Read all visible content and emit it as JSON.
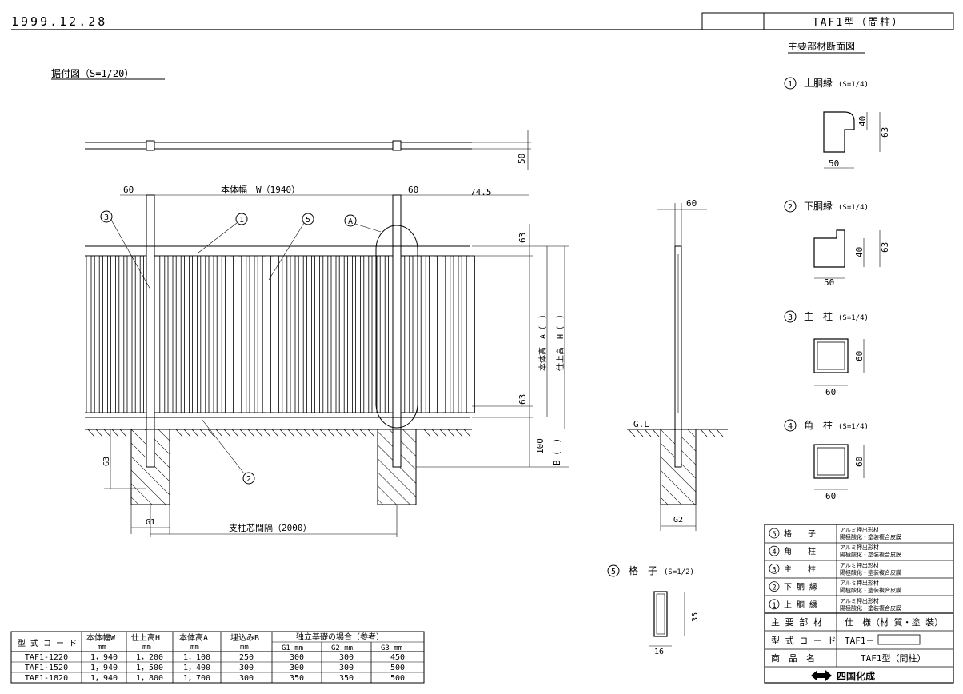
{
  "header": {
    "date": "1999.12.28",
    "title": "TAF1型（間柱）"
  },
  "section_title": "主要部材断面図",
  "install": {
    "title": "据付図（S=1/20）",
    "dim_60_left": "60",
    "dim_width": "本体幅　W（1940）",
    "dim_60_right": "60",
    "dim_745": "74.5",
    "dim_50": "50",
    "dim_63_top": "63",
    "dim_63_bottom": "63",
    "dim_100": "100",
    "dim_B": "B（　）",
    "dim_A": "本体高　A（　）",
    "dim_H": "仕上高　H（　）",
    "dim_G3": "G3",
    "dim_G1": "G1",
    "dim_span": "支柱芯間隔（2000）",
    "callout_1": "1",
    "callout_2": "2",
    "callout_3": "3",
    "callout_5": "5",
    "callout_A": "A"
  },
  "side": {
    "dim_60": "60",
    "gl": "G.L",
    "dim_G2": "G2"
  },
  "sections": [
    {
      "num": "1",
      "label": "上胴縁",
      "scale": "(S=1/4)",
      "w": "50",
      "h1": "40",
      "h2": "63"
    },
    {
      "num": "2",
      "label": "下胴縁",
      "scale": "(S=1/4)",
      "w": "50",
      "h1": "40",
      "h2": "63"
    },
    {
      "num": "3",
      "label": "主　柱",
      "scale": "(S=1/4)",
      "w": "60",
      "h": "60"
    },
    {
      "num": "4",
      "label": "角　柱",
      "scale": "(S=1/4)",
      "w": "60",
      "h": "60"
    },
    {
      "num": "5",
      "label": "格　子",
      "scale": "(S=1/2)",
      "w": "16",
      "h": "35"
    }
  ],
  "parts_table": {
    "rows": [
      {
        "num": "5",
        "name": "格　　子",
        "spec1": "アルミ押出形材",
        "spec2": "陽極酸化・塗装複合皮膜"
      },
      {
        "num": "4",
        "name": "角　　柱",
        "spec1": "アルミ押出形材",
        "spec2": "陽極酸化・塗装複合皮膜"
      },
      {
        "num": "3",
        "name": "主　　柱",
        "spec1": "アルミ押出形材",
        "spec2": "陽極酸化・塗装複合皮膜"
      },
      {
        "num": "2",
        "name": "下 胴 縁",
        "spec1": "アルミ押出形材",
        "spec2": "陽極酸化・塗装複合皮膜"
      },
      {
        "num": "1",
        "name": "上 胴 縁",
        "spec1": "アルミ押出形材",
        "spec2": "陽極酸化・塗装複合皮膜"
      }
    ],
    "header_left": "主 要 部 材",
    "header_right": "仕　様（材 質・塗 装）",
    "code_label": "型 式 コ ー ド",
    "code_value": "TAF1－",
    "product_label": "商　品　名",
    "product_value": "TAF1型（間柱）",
    "company": "四国化成"
  },
  "spec_table": {
    "col_code": "型 式 コ ー ド",
    "col_w": "本体幅W",
    "col_h": "仕上高H",
    "col_a": "本体高A",
    "col_b": "埋込みB",
    "col_group": "独立基礎の場合（参考）",
    "unit": "mm",
    "g1": "G1 mm",
    "g2": "G2 mm",
    "g3": "G3 mm",
    "rows": [
      [
        "TAF1-1220",
        "1，940",
        "1，200",
        "1，100",
        "250",
        "300",
        "300",
        "450"
      ],
      [
        "TAF1-1520",
        "1，940",
        "1，500",
        "1，400",
        "300",
        "300",
        "300",
        "500"
      ],
      [
        "TAF1-1820",
        "1，940",
        "1，800",
        "1，700",
        "300",
        "350",
        "350",
        "500"
      ]
    ]
  }
}
